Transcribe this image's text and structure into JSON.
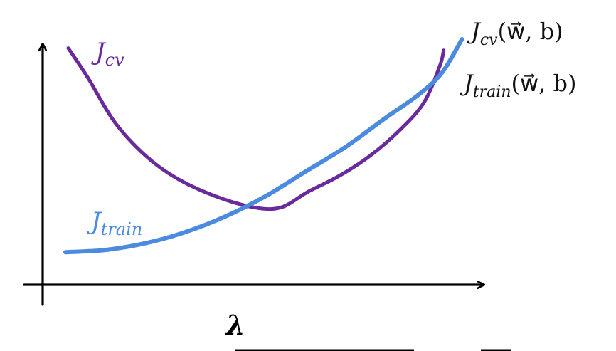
{
  "colors": {
    "background": "#ffffff",
    "axis": "#000000",
    "cv": "#6a2a9c",
    "train": "#4a8be0",
    "label_text": "#111111"
  },
  "chart_data": {
    "type": "line",
    "title": "",
    "xlabel": "λ",
    "ylabel": "",
    "xlim": [
      0,
      1
    ],
    "ylim": [
      0,
      1
    ],
    "grid": false,
    "axes_have_ticks": false,
    "series": [
      {
        "id": "cv",
        "name": "J_cv(w⃗, b)",
        "inline_label": {
          "main": "J",
          "sub": "cv"
        },
        "right_label": {
          "main": "J",
          "sub": "cv",
          "args": "(w⃗, b)"
        },
        "color": "#6a2a9c",
        "x": [
          0.0,
          0.05,
          0.12,
          0.2,
          0.28,
          0.38,
          0.48,
          0.55,
          0.62,
          0.7,
          0.78,
          0.86,
          0.92,
          0.96,
          0.97
        ],
        "y": [
          0.96,
          0.83,
          0.63,
          0.48,
          0.38,
          0.3,
          0.25,
          0.25,
          0.32,
          0.39,
          0.48,
          0.6,
          0.72,
          0.88,
          0.95
        ]
      },
      {
        "id": "train",
        "name": "J_train(w⃗, b)",
        "inline_label": {
          "main": "J",
          "sub": "train"
        },
        "right_label": {
          "main": "J",
          "sub": "train",
          "args": "(w⃗, b)"
        },
        "color": "#4a8be0",
        "x": [
          0.0,
          0.1,
          0.2,
          0.3,
          0.4,
          0.5,
          0.6,
          0.7,
          0.8,
          0.88,
          0.94,
          0.99
        ],
        "y": [
          0.05,
          0.06,
          0.09,
          0.14,
          0.21,
          0.3,
          0.41,
          0.52,
          0.65,
          0.75,
          0.85,
          1.0
        ]
      }
    ]
  }
}
